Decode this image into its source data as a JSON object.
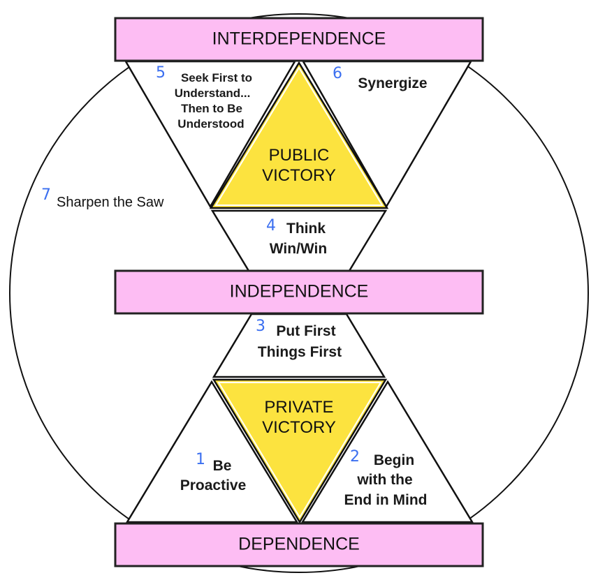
{
  "diagram": {
    "title": "7 Habits Maturity Continuum",
    "colors": {
      "band_fill": "#fdbdf3",
      "victory_fill": "#fce33f",
      "number_color": "#3b6ff0",
      "line_color": "#111111"
    },
    "bands": {
      "top": "INTERDEPENDENCE",
      "middle": "INDEPENDENCE",
      "bottom": "DEPENDENCE"
    },
    "victories": {
      "public": {
        "line1": "PUBLIC",
        "line2": "VICTORY"
      },
      "private": {
        "line1": "PRIVATE",
        "line2": "VICTORY"
      }
    },
    "habits": [
      {
        "number": "1",
        "lines": [
          "Be",
          "Proactive"
        ]
      },
      {
        "number": "2",
        "lines": [
          "Begin",
          "with the",
          "End in Mind"
        ]
      },
      {
        "number": "3",
        "lines": [
          "Put First",
          "Things First"
        ]
      },
      {
        "number": "4",
        "lines": [
          "Think",
          "Win/Win"
        ]
      },
      {
        "number": "5",
        "lines": [
          "Seek First to",
          "Understand...",
          "Then to Be",
          "Understood"
        ]
      },
      {
        "number": "6",
        "lines": [
          "Synergize"
        ]
      },
      {
        "number": "7",
        "lines": [
          "Sharpen the Saw"
        ]
      }
    ]
  }
}
